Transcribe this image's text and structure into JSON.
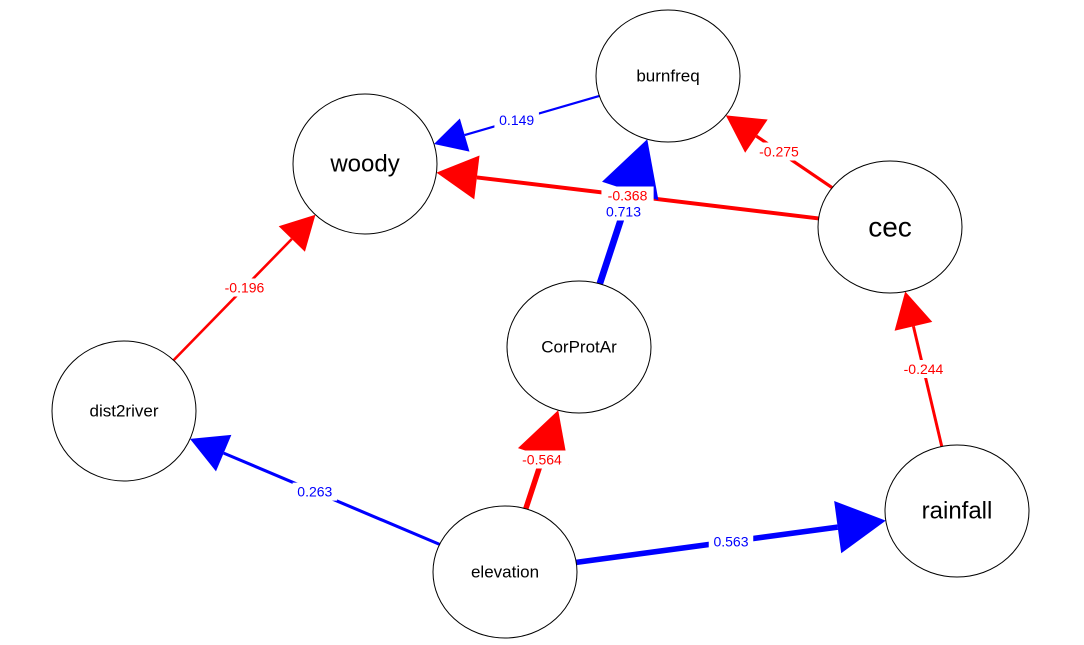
{
  "diagram": {
    "nodes": [
      {
        "id": "burnfreq",
        "label": "burnfreq"
      },
      {
        "id": "woody",
        "label": "woody"
      },
      {
        "id": "cec",
        "label": "cec"
      },
      {
        "id": "CorProtAr",
        "label": "CorProtAr"
      },
      {
        "id": "dist2river",
        "label": "dist2river"
      },
      {
        "id": "elevation",
        "label": "elevation"
      },
      {
        "id": "rainfall",
        "label": "rainfall"
      }
    ],
    "edges": [
      {
        "from": "burnfreq",
        "to": "woody",
        "label": "0.149",
        "value": 0.149,
        "color": "#0000ff"
      },
      {
        "from": "cec",
        "to": "burnfreq",
        "label": "-0.275",
        "value": -0.275,
        "color": "#ff0000"
      },
      {
        "from": "cec",
        "to": "woody",
        "label": "-0.368",
        "value": -0.368,
        "color": "#ff0000"
      },
      {
        "from": "CorProtAr",
        "to": "burnfreq",
        "label": "0.713",
        "value": 0.713,
        "color": "#0000ff"
      },
      {
        "from": "dist2river",
        "to": "woody",
        "label": "-0.196",
        "value": -0.196,
        "color": "#ff0000"
      },
      {
        "from": "elevation",
        "to": "dist2river",
        "label": "0.263",
        "value": 0.263,
        "color": "#0000ff"
      },
      {
        "from": "elevation",
        "to": "CorProtAr",
        "label": "-0.564",
        "value": -0.564,
        "color": "#ff0000"
      },
      {
        "from": "elevation",
        "to": "rainfall",
        "label": "0.563",
        "value": 0.563,
        "color": "#0000ff"
      },
      {
        "from": "rainfall",
        "to": "cec",
        "label": "-0.244",
        "value": -0.244,
        "color": "#ff0000"
      }
    ]
  }
}
